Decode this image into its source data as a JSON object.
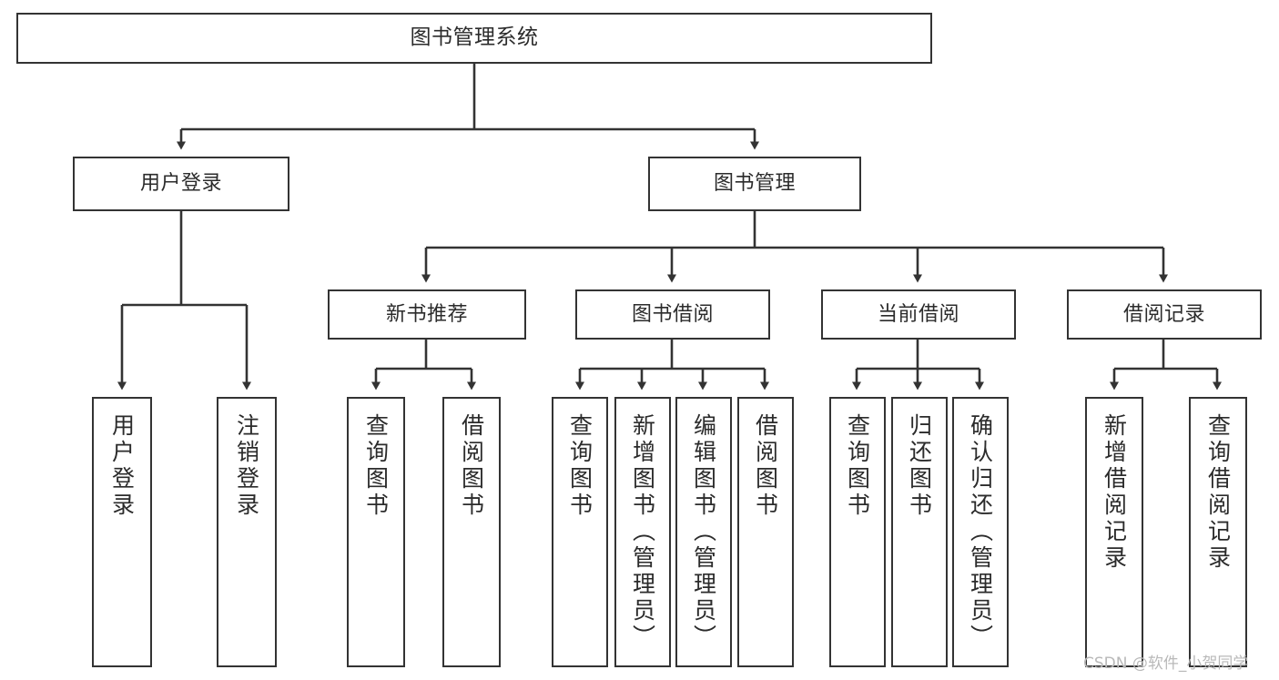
{
  "diagram": {
    "type": "tree",
    "title": "图书管理系统",
    "root": {
      "id": "root",
      "label": "图书管理系统"
    },
    "level1": [
      {
        "id": "user-login",
        "label": "用户登录"
      },
      {
        "id": "book-manage",
        "label": "图书管理"
      }
    ],
    "level2": [
      {
        "id": "new-book-recommend",
        "label": "新书推荐",
        "parent": "book-manage"
      },
      {
        "id": "book-borrow",
        "label": "图书借阅",
        "parent": "book-manage"
      },
      {
        "id": "current-borrow",
        "label": "当前借阅",
        "parent": "book-manage"
      },
      {
        "id": "borrow-record",
        "label": "借阅记录",
        "parent": "book-manage"
      }
    ],
    "leaves": {
      "user-login": [
        {
          "id": "leaf-user-login",
          "label": "用户登录"
        },
        {
          "id": "leaf-logout",
          "label": "注销登录"
        }
      ],
      "new-book-recommend": [
        {
          "id": "leaf-query-book-1",
          "label": "查询图书"
        },
        {
          "id": "leaf-borrow-book-1",
          "label": "借阅图书"
        }
      ],
      "book-borrow": [
        {
          "id": "leaf-query-book-2",
          "label": "查询图书"
        },
        {
          "id": "leaf-add-book",
          "label": "新增图书（管理员）"
        },
        {
          "id": "leaf-edit-book",
          "label": "编辑图书（管理员）"
        },
        {
          "id": "leaf-borrow-book-2",
          "label": "借阅图书"
        }
      ],
      "current-borrow": [
        {
          "id": "leaf-query-book-3",
          "label": "查询图书"
        },
        {
          "id": "leaf-return-book",
          "label": "归还图书"
        },
        {
          "id": "leaf-confirm-return",
          "label": "确认归还（管理员）"
        }
      ],
      "borrow-record": [
        {
          "id": "leaf-add-record",
          "label": "新增借阅记录"
        },
        {
          "id": "leaf-query-record",
          "label": "查询借阅记录"
        }
      ]
    }
  },
  "watermark": {
    "text": "CSDN @软件_小贺同学"
  },
  "colors": {
    "stroke": "#333333",
    "background": "#ffffff",
    "text": "#2b2b2b",
    "watermark": "#b9b9b9"
  }
}
